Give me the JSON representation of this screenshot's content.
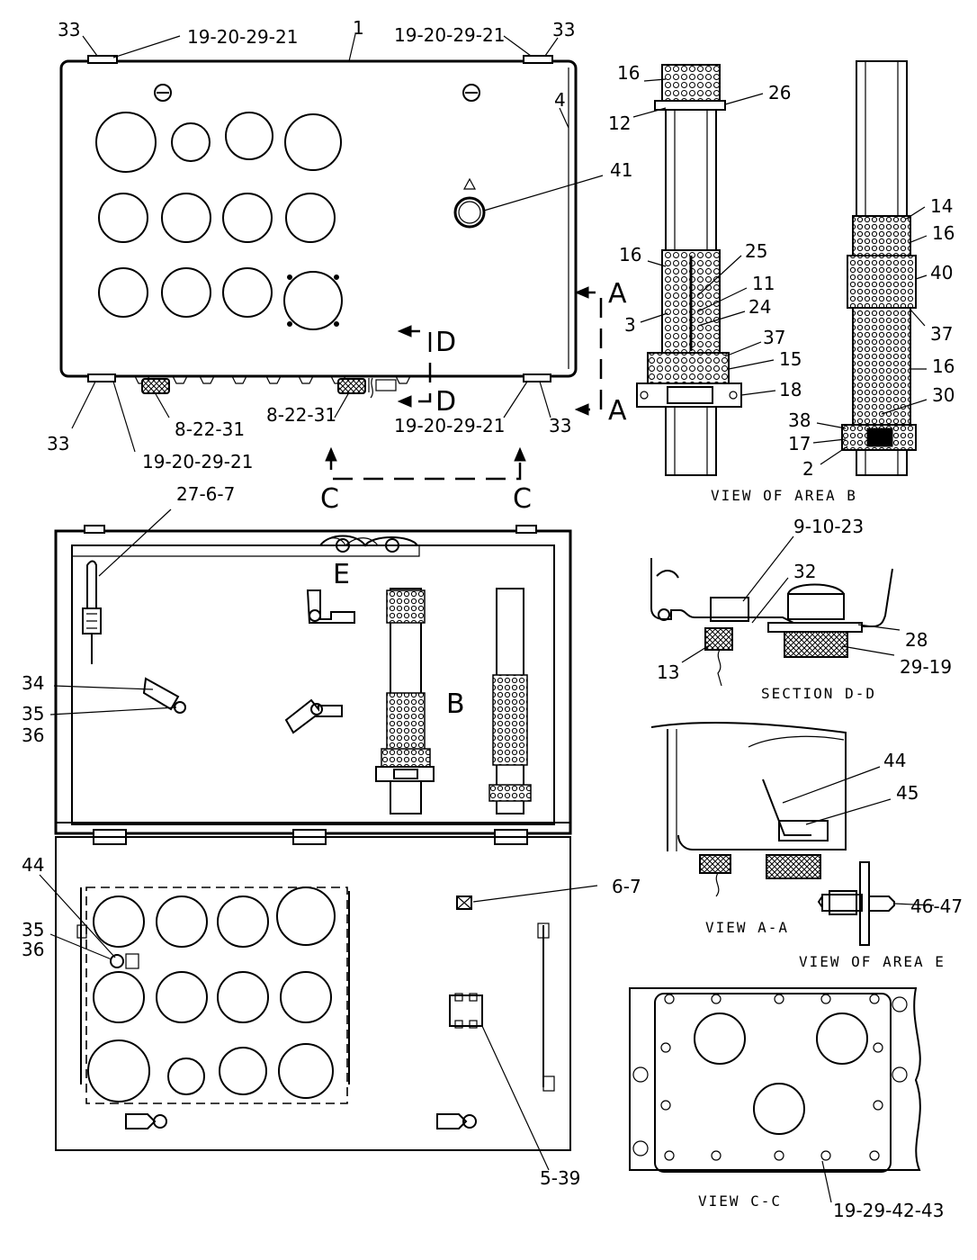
{
  "drawing": {
    "callouts": [
      {
        "id": "c1",
        "text": "33"
      },
      {
        "id": "c2",
        "text": "19-20-29-21"
      },
      {
        "id": "c3",
        "text": "1"
      },
      {
        "id": "c4",
        "text": "19-20-29-21"
      },
      {
        "id": "c5",
        "text": "33"
      },
      {
        "id": "c6",
        "text": "4"
      },
      {
        "id": "c7",
        "text": "41"
      },
      {
        "id": "c8",
        "text": "33"
      },
      {
        "id": "c9",
        "text": "19-20-29-21"
      },
      {
        "id": "c10",
        "text": "8-22-31"
      },
      {
        "id": "c11",
        "text": "8-22-31"
      },
      {
        "id": "c12",
        "text": "19-20-29-21"
      },
      {
        "id": "c13",
        "text": "33"
      },
      {
        "id": "c14",
        "text": "16"
      },
      {
        "id": "c15",
        "text": "12"
      },
      {
        "id": "c16",
        "text": "26"
      },
      {
        "id": "c17",
        "text": "16"
      },
      {
        "id": "c18",
        "text": "25"
      },
      {
        "id": "c19",
        "text": "11"
      },
      {
        "id": "c20",
        "text": "3"
      },
      {
        "id": "c21",
        "text": "24"
      },
      {
        "id": "c22",
        "text": "37"
      },
      {
        "id": "c23",
        "text": "15"
      },
      {
        "id": "c24",
        "text": "18"
      },
      {
        "id": "c25",
        "text": "14"
      },
      {
        "id": "c26",
        "text": "16"
      },
      {
        "id": "c27",
        "text": "40"
      },
      {
        "id": "c28",
        "text": "37"
      },
      {
        "id": "c29",
        "text": "16"
      },
      {
        "id": "c30",
        "text": "30"
      },
      {
        "id": "c31",
        "text": "38"
      },
      {
        "id": "c32",
        "text": "17"
      },
      {
        "id": "c33",
        "text": "2"
      },
      {
        "id": "c34",
        "text": "27-6-7"
      },
      {
        "id": "c35",
        "text": "34"
      },
      {
        "id": "c36",
        "text": "35"
      },
      {
        "id": "c37",
        "text": "36"
      },
      {
        "id": "c38",
        "text": "9-10-23"
      },
      {
        "id": "c39",
        "text": "32"
      },
      {
        "id": "c40",
        "text": "28"
      },
      {
        "id": "c41",
        "text": "13"
      },
      {
        "id": "c42",
        "text": "29-19"
      },
      {
        "id": "c43",
        "text": "44"
      },
      {
        "id": "c44",
        "text": "45"
      },
      {
        "id": "c45",
        "text": "44"
      },
      {
        "id": "c46",
        "text": "6-7"
      },
      {
        "id": "c47",
        "text": "35"
      },
      {
        "id": "c48",
        "text": "36"
      },
      {
        "id": "c49",
        "text": "46-47"
      },
      {
        "id": "c50",
        "text": "5-39"
      },
      {
        "id": "c51",
        "text": "19-29-42-43"
      }
    ],
    "section_marks": {
      "a_top": "A",
      "a_bottom": "A",
      "d_top": "D",
      "d_bottom": "D",
      "c_left": "C",
      "c_right": "C",
      "b": "B",
      "e": "E"
    },
    "captions": {
      "view_area_b": "VIEW  OF  AREA  B",
      "section_dd": "SECTION  D-D",
      "view_aa": "VIEW  A-A",
      "view_area_e": "VIEW  OF  AREA  E",
      "view_cc": "VIEW  C-C"
    }
  }
}
